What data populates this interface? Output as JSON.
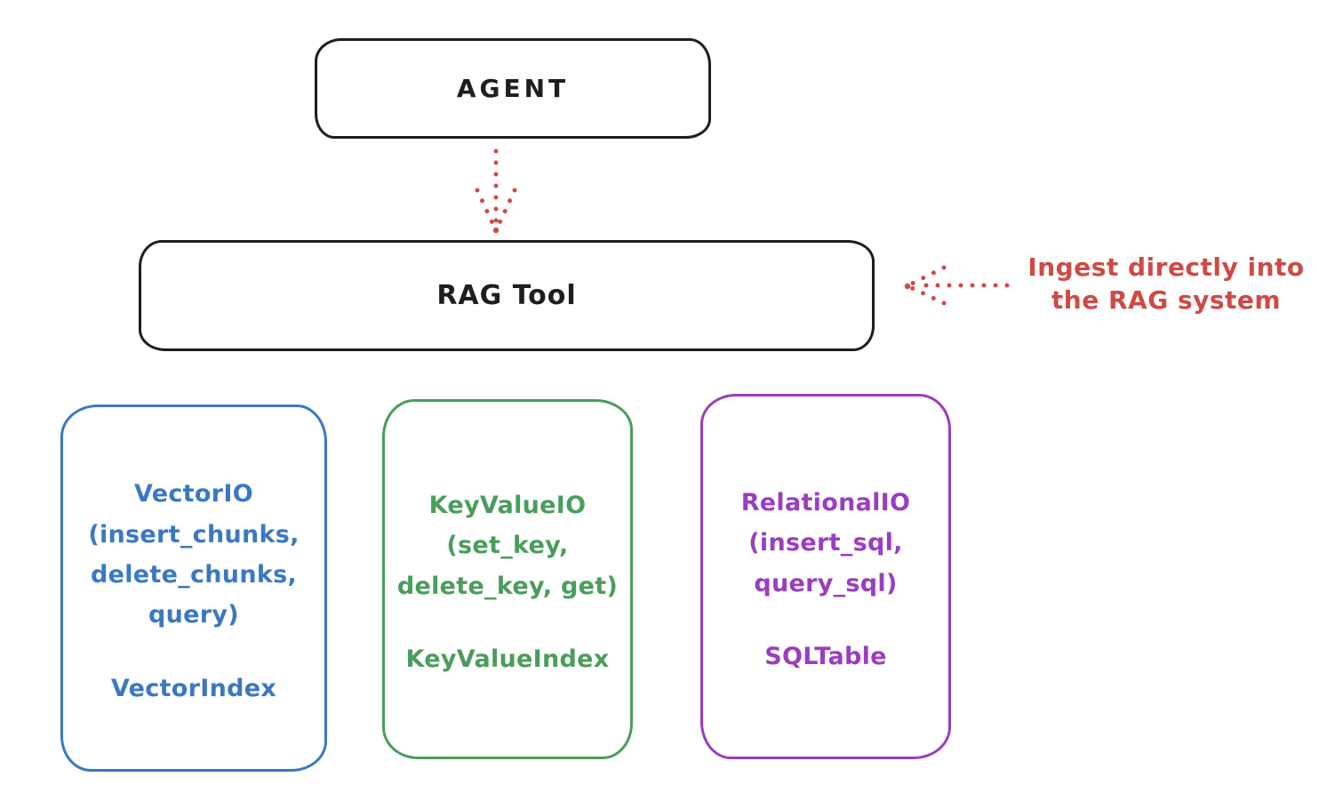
{
  "diagram": {
    "agent": {
      "label": "AGENT"
    },
    "rag_tool": {
      "label": "RAG Tool"
    },
    "annotation": {
      "text": "Ingest directly into\nthe RAG system",
      "color": "#cf4a45"
    },
    "arrows": [
      {
        "name": "agent-to-rag-tool",
        "style": "dotted",
        "direction": "down",
        "color": "#cf4a45"
      },
      {
        "name": "annotation-to-rag-tool",
        "style": "dotted",
        "direction": "left",
        "color": "#cf4a45"
      }
    ],
    "backends": [
      {
        "id": "vector-io",
        "color": "#3b78c3",
        "interface_block": "VectorIO\n(insert_chunks,\ndelete_chunks,\nquery)",
        "index_label": "VectorIndex"
      },
      {
        "id": "keyvalue-io",
        "color": "#4a9d5c",
        "interface_block": "KeyValueIO\n(set_key,\ndelete_key, get)",
        "index_label": "KeyValueIndex"
      },
      {
        "id": "relational-io",
        "color": "#9a3dc0",
        "interface_block": "RelationalIO\n(insert_sql,\nquery_sql)",
        "index_label": "SQLTable"
      }
    ],
    "colors": {
      "stroke_black": "#1e1e1e",
      "background": "#ffffff"
    }
  }
}
